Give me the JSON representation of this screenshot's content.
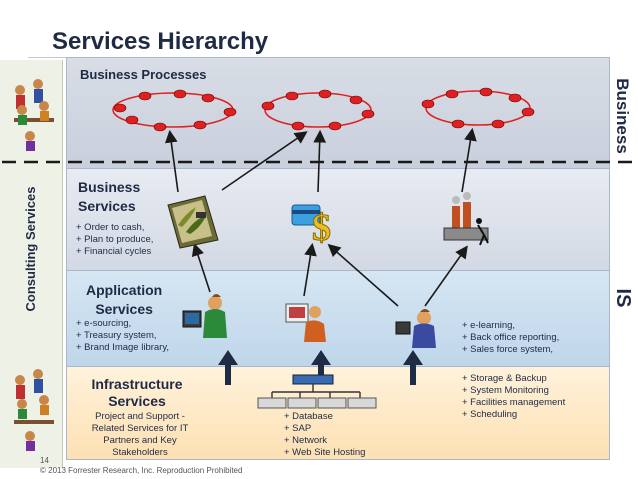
{
  "title": "Services Hierarchy",
  "side_labels": {
    "consulting": "Consulting Services",
    "business": "Business",
    "is": "IS"
  },
  "layers": {
    "business_processes": {
      "label": "Business Processes"
    },
    "business_services": {
      "label": "Business\nServices",
      "items": "+ Order to cash,\n+ Plan to produce,\n+ Financial cycles"
    },
    "application_services": {
      "label": "Application\nServices",
      "items_left": "+ e-sourcing,\n+ Treasury system,\n+ Brand Image library,",
      "items_right": "+ e-learning,\n+ Back office reporting,\n+ Sales force system,"
    },
    "infrastructure_services": {
      "label": "Infrastructure\nServices",
      "description": "Project and Support -\nRelated Services for IT\nPartners and Key\nStakeholders",
      "items_center": "+ Database\n+ SAP\n+ Network\n+ Web Site Hosting",
      "items_right": "+ Storage & Backup\n+ System Monitoring\n+ Facilities management\n+ Scheduling"
    }
  },
  "footer": {
    "page_number": "14",
    "copyright": "© 2013 Forrester Research, Inc. Reproduction Prohibited"
  },
  "colors": {
    "navy": "#1f2a44",
    "process_node": "#e02020",
    "arrow": "#1a1a1a"
  },
  "icons": [
    "clipboard-check-icon",
    "dollar-card-icon",
    "factory-icon",
    "computer-user-icon",
    "workstation-icon",
    "network-icon",
    "meeting-people-icon"
  ]
}
